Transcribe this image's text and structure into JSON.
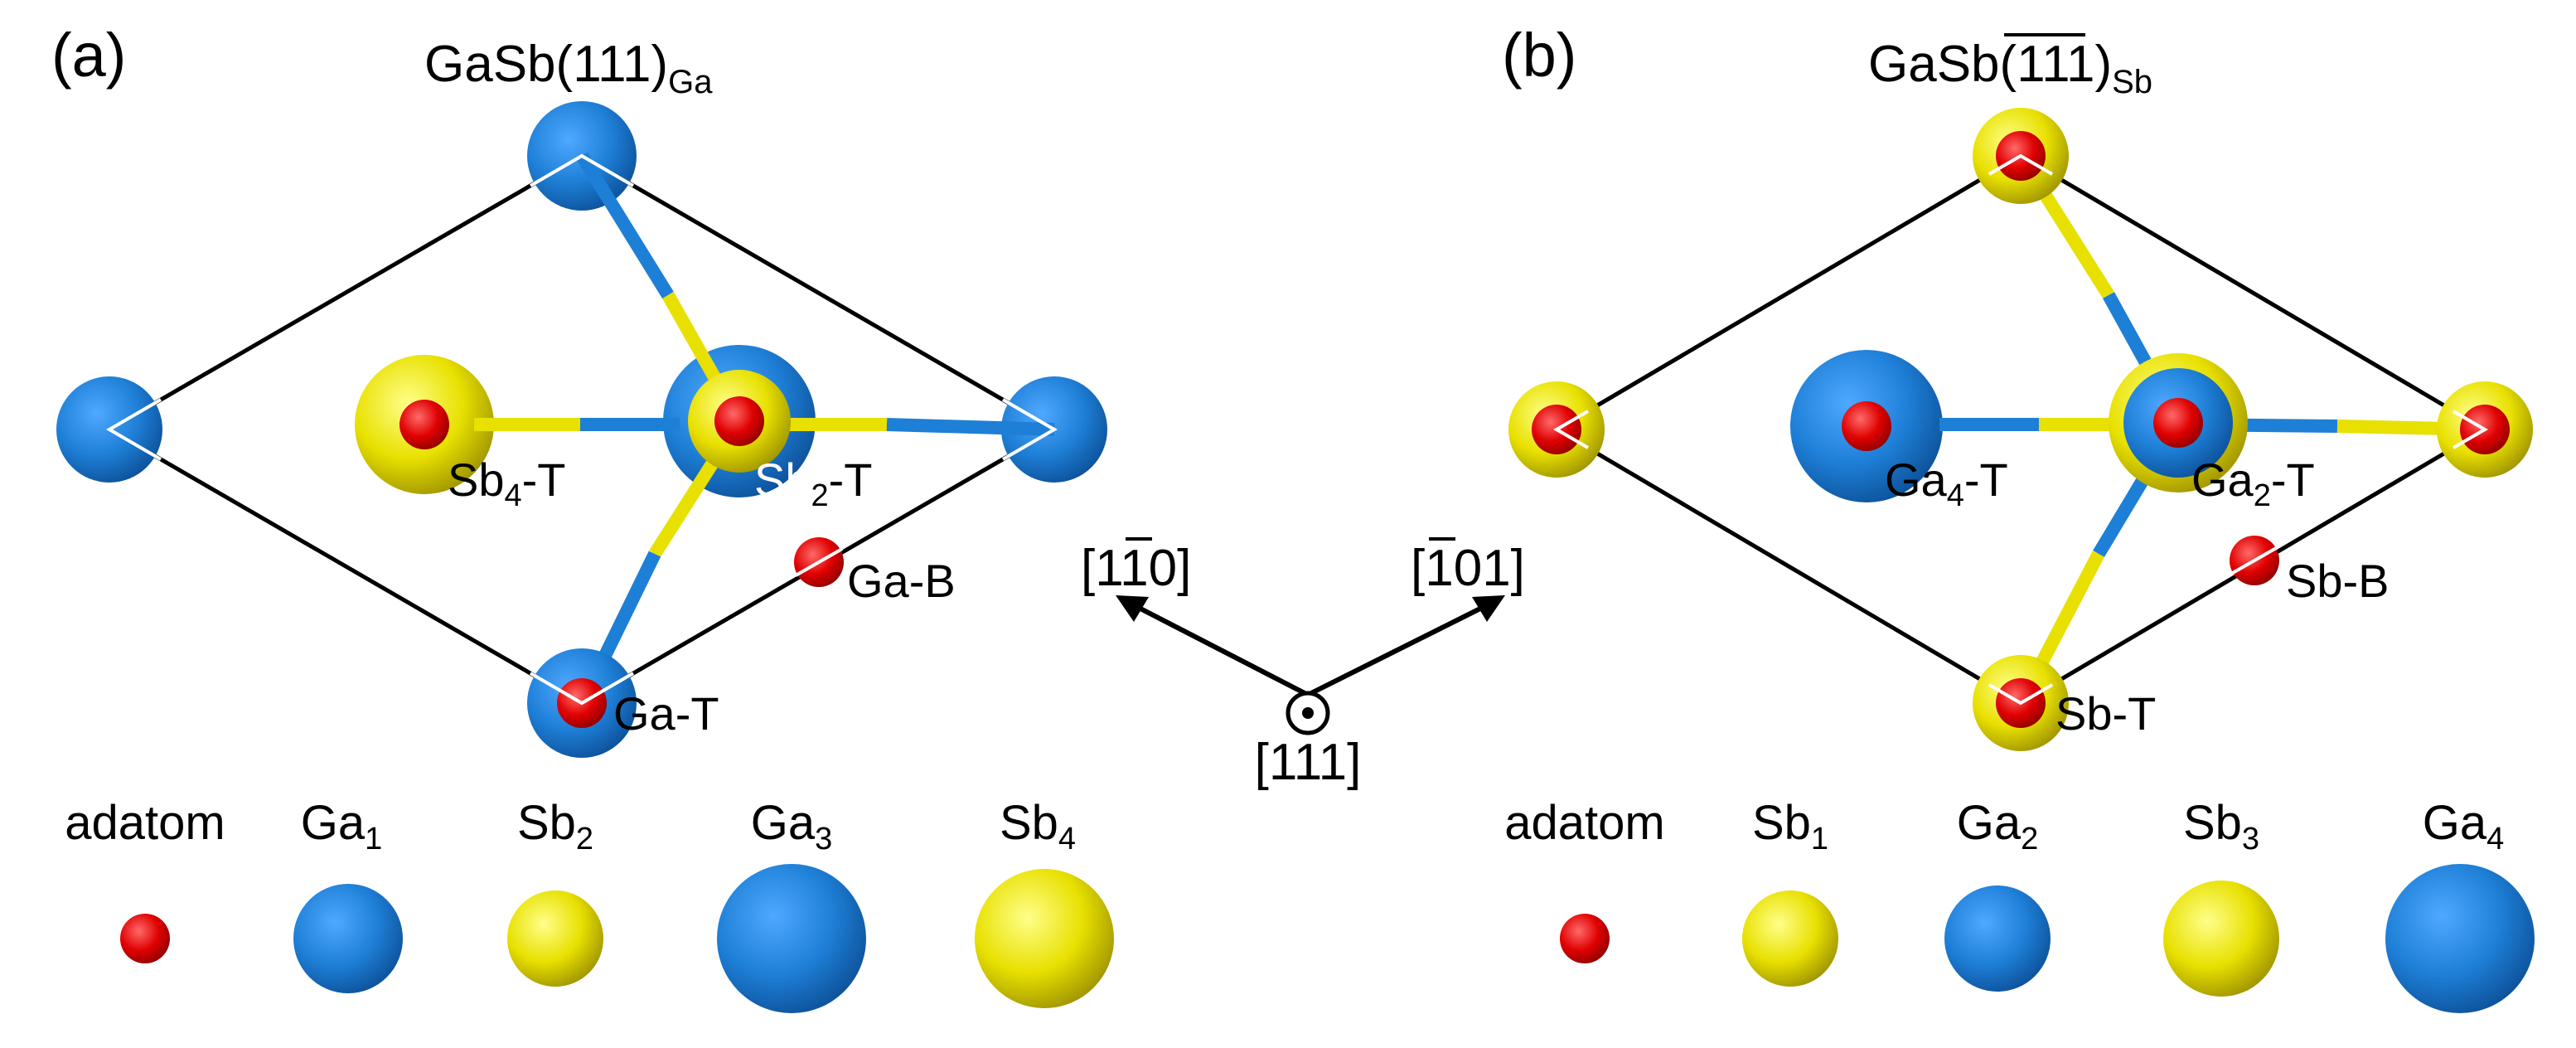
{
  "colors": {
    "ga": "#1e7fd6",
    "sb": "#e8e000",
    "adatom": "#e00000",
    "cell_line": "#000000",
    "bond_marker": "#ffffff"
  },
  "panel_a": {
    "label": "(a)",
    "title_main": "GaSb(111)",
    "title_sub": "Ga",
    "sites": {
      "sb4_t": {
        "main": "Sb",
        "sub": "4",
        "tail": "-T"
      },
      "sb2_t": {
        "main": "Sb",
        "sub": "2",
        "tail": "-T"
      },
      "ga_b": "Ga-B",
      "ga_t": "Ga-T"
    },
    "legend": [
      {
        "main": "adatom",
        "sub": "",
        "color": "adatom",
        "size": "xs"
      },
      {
        "main": "Ga",
        "sub": "1",
        "color": "ga",
        "size": "m"
      },
      {
        "main": "Sb",
        "sub": "2",
        "color": "sb",
        "size": "s"
      },
      {
        "main": "Ga",
        "sub": "3",
        "color": "ga",
        "size": "l"
      },
      {
        "main": "Sb",
        "sub": "4",
        "color": "sb",
        "size": "l"
      }
    ]
  },
  "panel_b": {
    "label": "(b)",
    "title_main": "GaSb(",
    "title_over": "111",
    "title_close": ")",
    "title_sub": "Sb",
    "sites": {
      "ga4_t": {
        "main": "Ga",
        "sub": "4",
        "tail": "-T"
      },
      "ga2_t": {
        "main": "Ga",
        "sub": "2",
        "tail": "-T"
      },
      "sb_b": "Sb-B",
      "sb_t": "Sb-T"
    },
    "legend": [
      {
        "main": "adatom",
        "sub": "",
        "color": "adatom",
        "size": "xs"
      },
      {
        "main": "Sb",
        "sub": "1",
        "color": "sb",
        "size": "s"
      },
      {
        "main": "Ga",
        "sub": "2",
        "color": "ga",
        "size": "s"
      },
      {
        "main": "Sb",
        "sub": "3",
        "color": "sb",
        "size": "m"
      },
      {
        "main": "Ga",
        "sub": "4",
        "color": "ga",
        "size": "l"
      }
    ]
  },
  "directions": {
    "left": {
      "open": "[1",
      "over": "1",
      "close": "0]"
    },
    "right": {
      "open": "[",
      "over": "1",
      "close": "01]"
    },
    "normal": "[111]"
  }
}
